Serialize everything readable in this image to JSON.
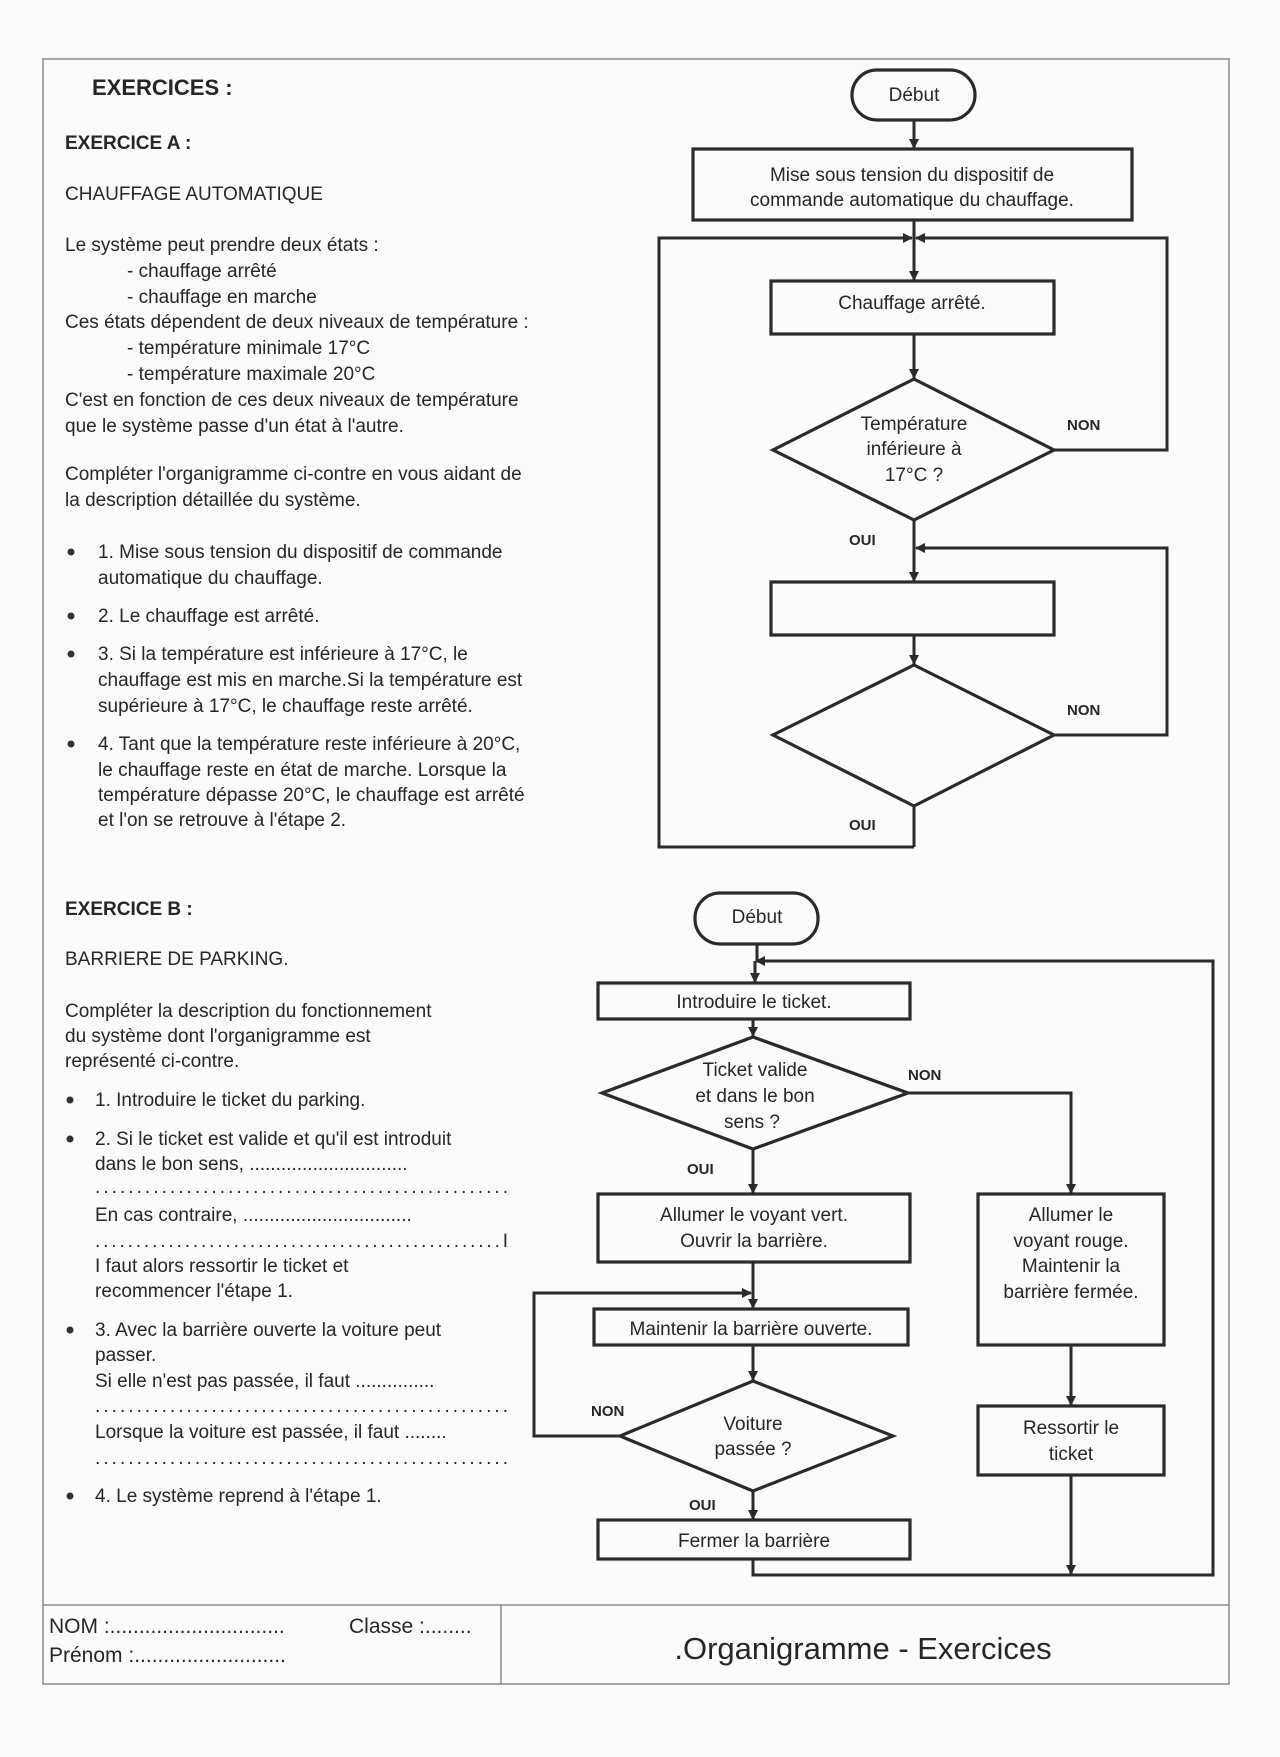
{
  "header": {
    "title": "EXERCICES :"
  },
  "exercise_a": {
    "heading": "EXERCICE A :",
    "subject": "CHAUFFAGE  AUTOMATIQUE",
    "intro": [
      "Le système peut prendre deux états :",
      "- chauffage arrêté",
      "- chauffage en marche",
      "Ces états dépendent de deux niveaux de température :",
      "- température minimale 17°C",
      "- température maximale 20°C",
      "C'est en fonction de ces deux niveaux de température",
      "que le système passe d'un état à l'autre."
    ],
    "instruction": [
      "Compléter l'organigramme ci-contre en vous aidant de",
      "la description détaillée du système."
    ],
    "steps": [
      [
        "1. Mise sous tension du dispositif de commande",
        "automatique du chauffage."
      ],
      [
        "2. Le chauffage est arrêté."
      ],
      [
        "3. Si la température est inférieure à 17°C, le",
        "chauffage est mis en marche.Si la température est",
        "supérieure à 17°C, le chauffage reste arrêté."
      ],
      [
        "4. Tant que la température reste inférieure à 20°C,",
        "le chauffage reste en état de marche. Lorsque la",
        "température dépasse 20°C, le chauffage est arrêté",
        "et  l'on se retrouve à l'étape 2."
      ]
    ]
  },
  "flowchart_a": {
    "start": "Début",
    "box1": [
      "Mise sous tension du dispositif de",
      "commande automatique du chauffage."
    ],
    "box2": "Chauffage arrêté.",
    "decision1": [
      "Température",
      "inférieure à",
      "17°C ?"
    ],
    "box3": "",
    "decision2": "",
    "yes": "OUI",
    "no": "NON"
  },
  "exercise_b": {
    "heading": "EXERCICE B :",
    "subject": "BARRIERE DE PARKING.",
    "instruction": [
      "Compléter la description du fonctionnement",
      "du système dont l'organigramme est",
      "représenté ci-contre."
    ],
    "step1": "1. Introduire le ticket du parking.",
    "step2": [
      "2. Si le ticket est valide et qu'il est introduit",
      "dans le bon sens, ..............................",
      "..................................................",
      "En cas contraire, ................................",
      "..................................................I",
      "I faut alors ressortir le ticket et",
      "recommencer l'étape 1."
    ],
    "step3": [
      "3. Avec la barrière ouverte la voiture peut",
      "passer.",
      "Si elle n'est pas passée, il faut ...............",
      "..................................................",
      "Lorsque la voiture est passée, il faut ........",
      ".................................................."
    ],
    "step4": "4. Le système reprend à l'étape 1."
  },
  "flowchart_b": {
    "start": "Début",
    "box1": "Introduire le ticket.",
    "decision1": [
      "Ticket valide",
      "et dans le bon",
      "sens ?"
    ],
    "box_green": [
      "Allumer le voyant vert.",
      "Ouvrir la barrière."
    ],
    "box_red": [
      "Allumer le",
      "voyant rouge.",
      "Maintenir la",
      "barrière fermée."
    ],
    "box_eject": [
      "Ressortir le",
      "ticket"
    ],
    "box_keep": "Maintenir la barrière ouverte.",
    "decision2": [
      "Voiture",
      "passée ?"
    ],
    "box_close": "Fermer la barrière",
    "yes": "OUI",
    "no": "NON"
  },
  "footer": {
    "nom": "NOM :..............................",
    "classe": "Classe :........",
    "prenom": "Prénom :..........................",
    "title": ".Organigramme  -  Exercices"
  }
}
